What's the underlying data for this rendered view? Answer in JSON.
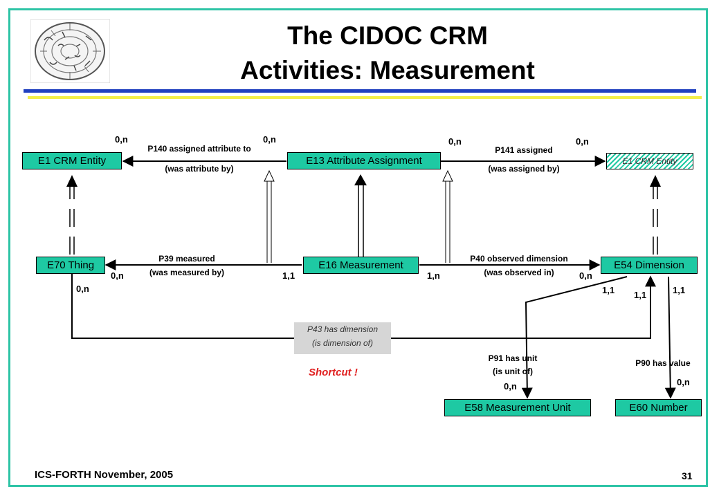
{
  "title": {
    "line1": "The CIDOC CRM",
    "line2": "Activities: Measurement"
  },
  "logo": {
    "icon": "phaistos-disc-icon"
  },
  "nodes": {
    "e1_left": "E1 CRM Entity",
    "e13": "E13 Attribute Assignment",
    "e1_right": "E1 CRM Entity",
    "e70": "E70 Thing",
    "e16": "E16 Measurement",
    "e54": "E54 Dimension",
    "e58": "E58 Measurement Unit",
    "e60": "E60 Number"
  },
  "properties": {
    "p140_line1": "P140 assigned attribute to",
    "p140_line2": "(was attribute by)",
    "p141_line1": "P141 assigned",
    "p141_line2": "(was assigned by)",
    "p39_line1": "P39 measured",
    "p39_line2": "(was measured by)",
    "p40_line1": "P40 observed dimension",
    "p40_line2": "(was observed in)",
    "p43_line1": "P43 has dimension",
    "p43_line2": "(is dimension of)",
    "p91_line1": "P91 has unit",
    "p91_line2": "(is unit of)",
    "p90": "P90 has value"
  },
  "cardinalities": {
    "p140_left": "0,n",
    "p140_right": "0,n",
    "p141_left": "0,n",
    "p141_right": "0,n",
    "p39_left": "0,n",
    "p39_right": "1,1",
    "p40_left": "1,n",
    "p40_right": "0,n",
    "p43_e70": "0,n",
    "p91_e54": "1,1",
    "p43_e54": "1,1",
    "p90_e54": "1,1",
    "p91_e58": "0,n",
    "p90_e60": "0,n"
  },
  "shortcut": "Shortcut !",
  "footer": {
    "left": "ICS-FORTH November, 2005",
    "page": "31"
  }
}
